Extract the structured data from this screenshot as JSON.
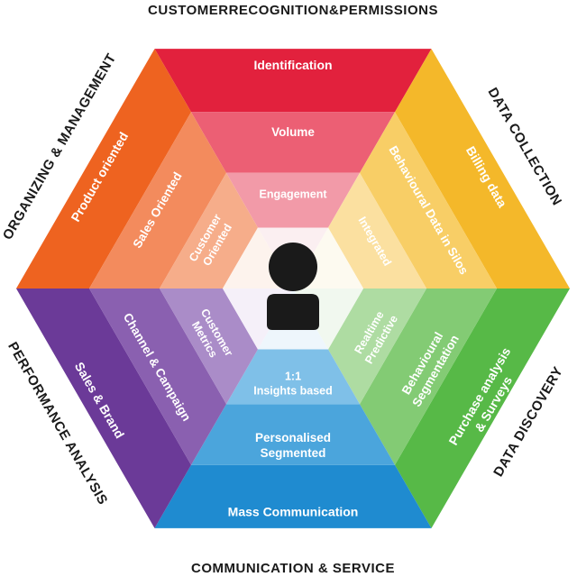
{
  "outer_labels": {
    "top": "CUSTOMERRECOGNITION&PERMISSIONS",
    "top_right": "DATA COLLECTION",
    "bottom_right": "DATA DISCOVERY",
    "bottom": "COMMUNICATION & SERVICE",
    "bottom_left": "PERFORMANCE ANALYSIS",
    "top_left": "ORGANIZING & MANAGEMENT"
  },
  "sectors": [
    {
      "id": "top",
      "colors": [
        "#e2213d",
        "#ec5f74",
        "#f29aa8"
      ],
      "labels": [
        [
          "Identification"
        ],
        [
          "Volume"
        ],
        [
          "Engagement"
        ]
      ]
    },
    {
      "id": "upper-right",
      "colors": [
        "#f4b82a",
        "#f8ce66",
        "#fbe0a0"
      ],
      "labels": [
        [
          "Billing data"
        ],
        [
          "Behavioural Data in Silos"
        ],
        [
          "Integrated"
        ]
      ]
    },
    {
      "id": "lower-right",
      "colors": [
        "#57b947",
        "#83cb74",
        "#aedca2"
      ],
      "labels": [
        [
          "Purchase analysis",
          "& Surveys"
        ],
        [
          "Behavioural",
          "Segmentation"
        ],
        [
          "Realtime",
          "Predictive"
        ]
      ]
    },
    {
      "id": "bottom",
      "colors": [
        "#1f8bd0",
        "#4ba5dc",
        "#7fc0e8"
      ],
      "labels": [
        [
          "Mass Communication"
        ],
        [
          "Personalised",
          "Segmented"
        ],
        [
          "1:1",
          "Insights based"
        ]
      ]
    },
    {
      "id": "lower-left",
      "colors": [
        "#6b3a98",
        "#8a60b0",
        "#aa8cc8"
      ],
      "labels": [
        [
          "Sales & Brand"
        ],
        [
          "Channel & Campaign"
        ],
        [
          "Customer",
          "Metrics"
        ]
      ]
    },
    {
      "id": "upper-left",
      "colors": [
        "#ee6320",
        "#f38b5d",
        "#f6ad8a"
      ],
      "labels": [
        [
          "Product oriented"
        ],
        [
          "Sales Oriented"
        ],
        [
          "Customer",
          "Oriented"
        ]
      ]
    }
  ],
  "center": {
    "icon": "person-icon",
    "colors": [
      "#fbeff1",
      "#fdfaf0",
      "#f1f8ef",
      "#eef6fc",
      "#f5f0f9",
      "#fdf3ed"
    ],
    "icon_color": "#1a1a1a"
  }
}
